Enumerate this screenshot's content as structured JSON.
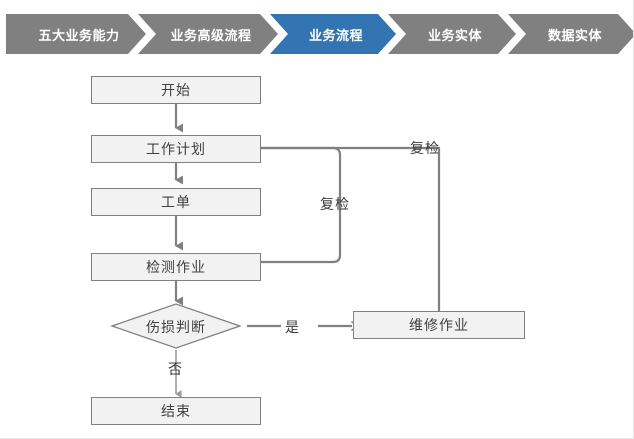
{
  "breadcrumb": {
    "active_color": "#3275B2",
    "inactive_color": "#808080",
    "items": [
      {
        "label": "五大业务能力",
        "active": false
      },
      {
        "label": "业务高级流程",
        "active": false
      },
      {
        "label": "业务流程",
        "active": true
      },
      {
        "label": "业务实体",
        "active": false
      },
      {
        "label": "数据实体",
        "active": false
      }
    ]
  },
  "flowchart": {
    "node_fill": "#F2F2F2",
    "node_border": "#808080",
    "connector_color": "#808080",
    "nodes": [
      {
        "id": "start",
        "label": "开始",
        "shape": "box"
      },
      {
        "id": "work_plan",
        "label": "工作计划",
        "shape": "box"
      },
      {
        "id": "work_order",
        "label": "工单",
        "shape": "box"
      },
      {
        "id": "inspection",
        "label": "检测作业",
        "shape": "box"
      },
      {
        "id": "damage_decision",
        "label": "伤损判断",
        "shape": "diamond"
      },
      {
        "id": "repair",
        "label": "维修作业",
        "shape": "box"
      },
      {
        "id": "end",
        "label": "结束",
        "shape": "box"
      }
    ],
    "edge_labels": [
      {
        "id": "recheck_repair",
        "label": "复检"
      },
      {
        "id": "recheck_inspection",
        "label": "复检"
      },
      {
        "id": "yes",
        "label": "是"
      },
      {
        "id": "no",
        "label": "否"
      }
    ]
  }
}
